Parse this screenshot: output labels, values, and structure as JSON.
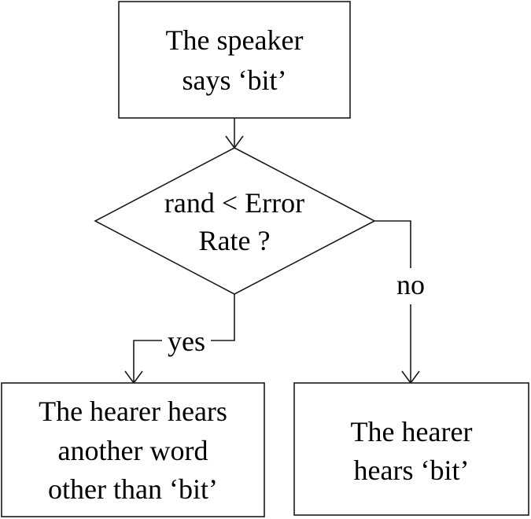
{
  "nodes": {
    "start": {
      "line1": "The speaker",
      "line2": "says ‘bit’"
    },
    "decision": {
      "line1": "rand < Error",
      "line2": "Rate ?"
    },
    "yes_outcome": {
      "line1": "The hearer hears",
      "line2": "another word",
      "line3": "other than ‘bit’"
    },
    "no_outcome": {
      "line1": "The hearer",
      "line2": "hears ‘bit’"
    }
  },
  "edges": {
    "yes_label": "yes",
    "no_label": "no"
  }
}
